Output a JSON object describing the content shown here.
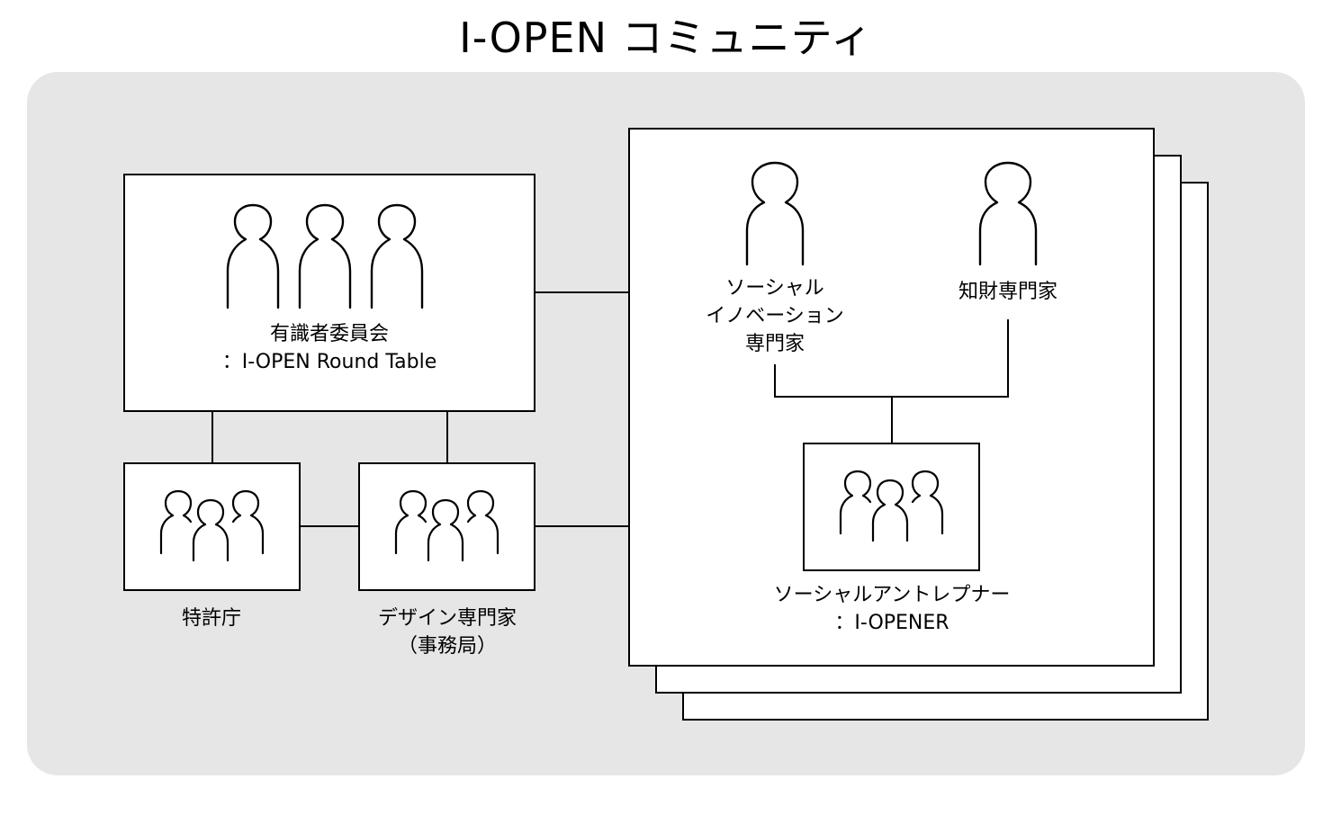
{
  "title": "I-OPEN コミュニティ",
  "nodes": {
    "round_table": {
      "line1": "有識者委員会",
      "line2": "：I-OPEN Round Table"
    },
    "jpo": {
      "line1": "特許庁"
    },
    "design_expert": {
      "line1": "デザイン専門家",
      "line2": "（事務局）"
    },
    "social_innovation_expert": {
      "line1": "ソーシャル",
      "line2": "イノベーション",
      "line3": "専門家"
    },
    "ip_expert": {
      "line1": "知財専門家"
    },
    "social_entrepreneur": {
      "line1": "ソーシャルアントレプナー",
      "line2": "：I-OPENER"
    }
  }
}
